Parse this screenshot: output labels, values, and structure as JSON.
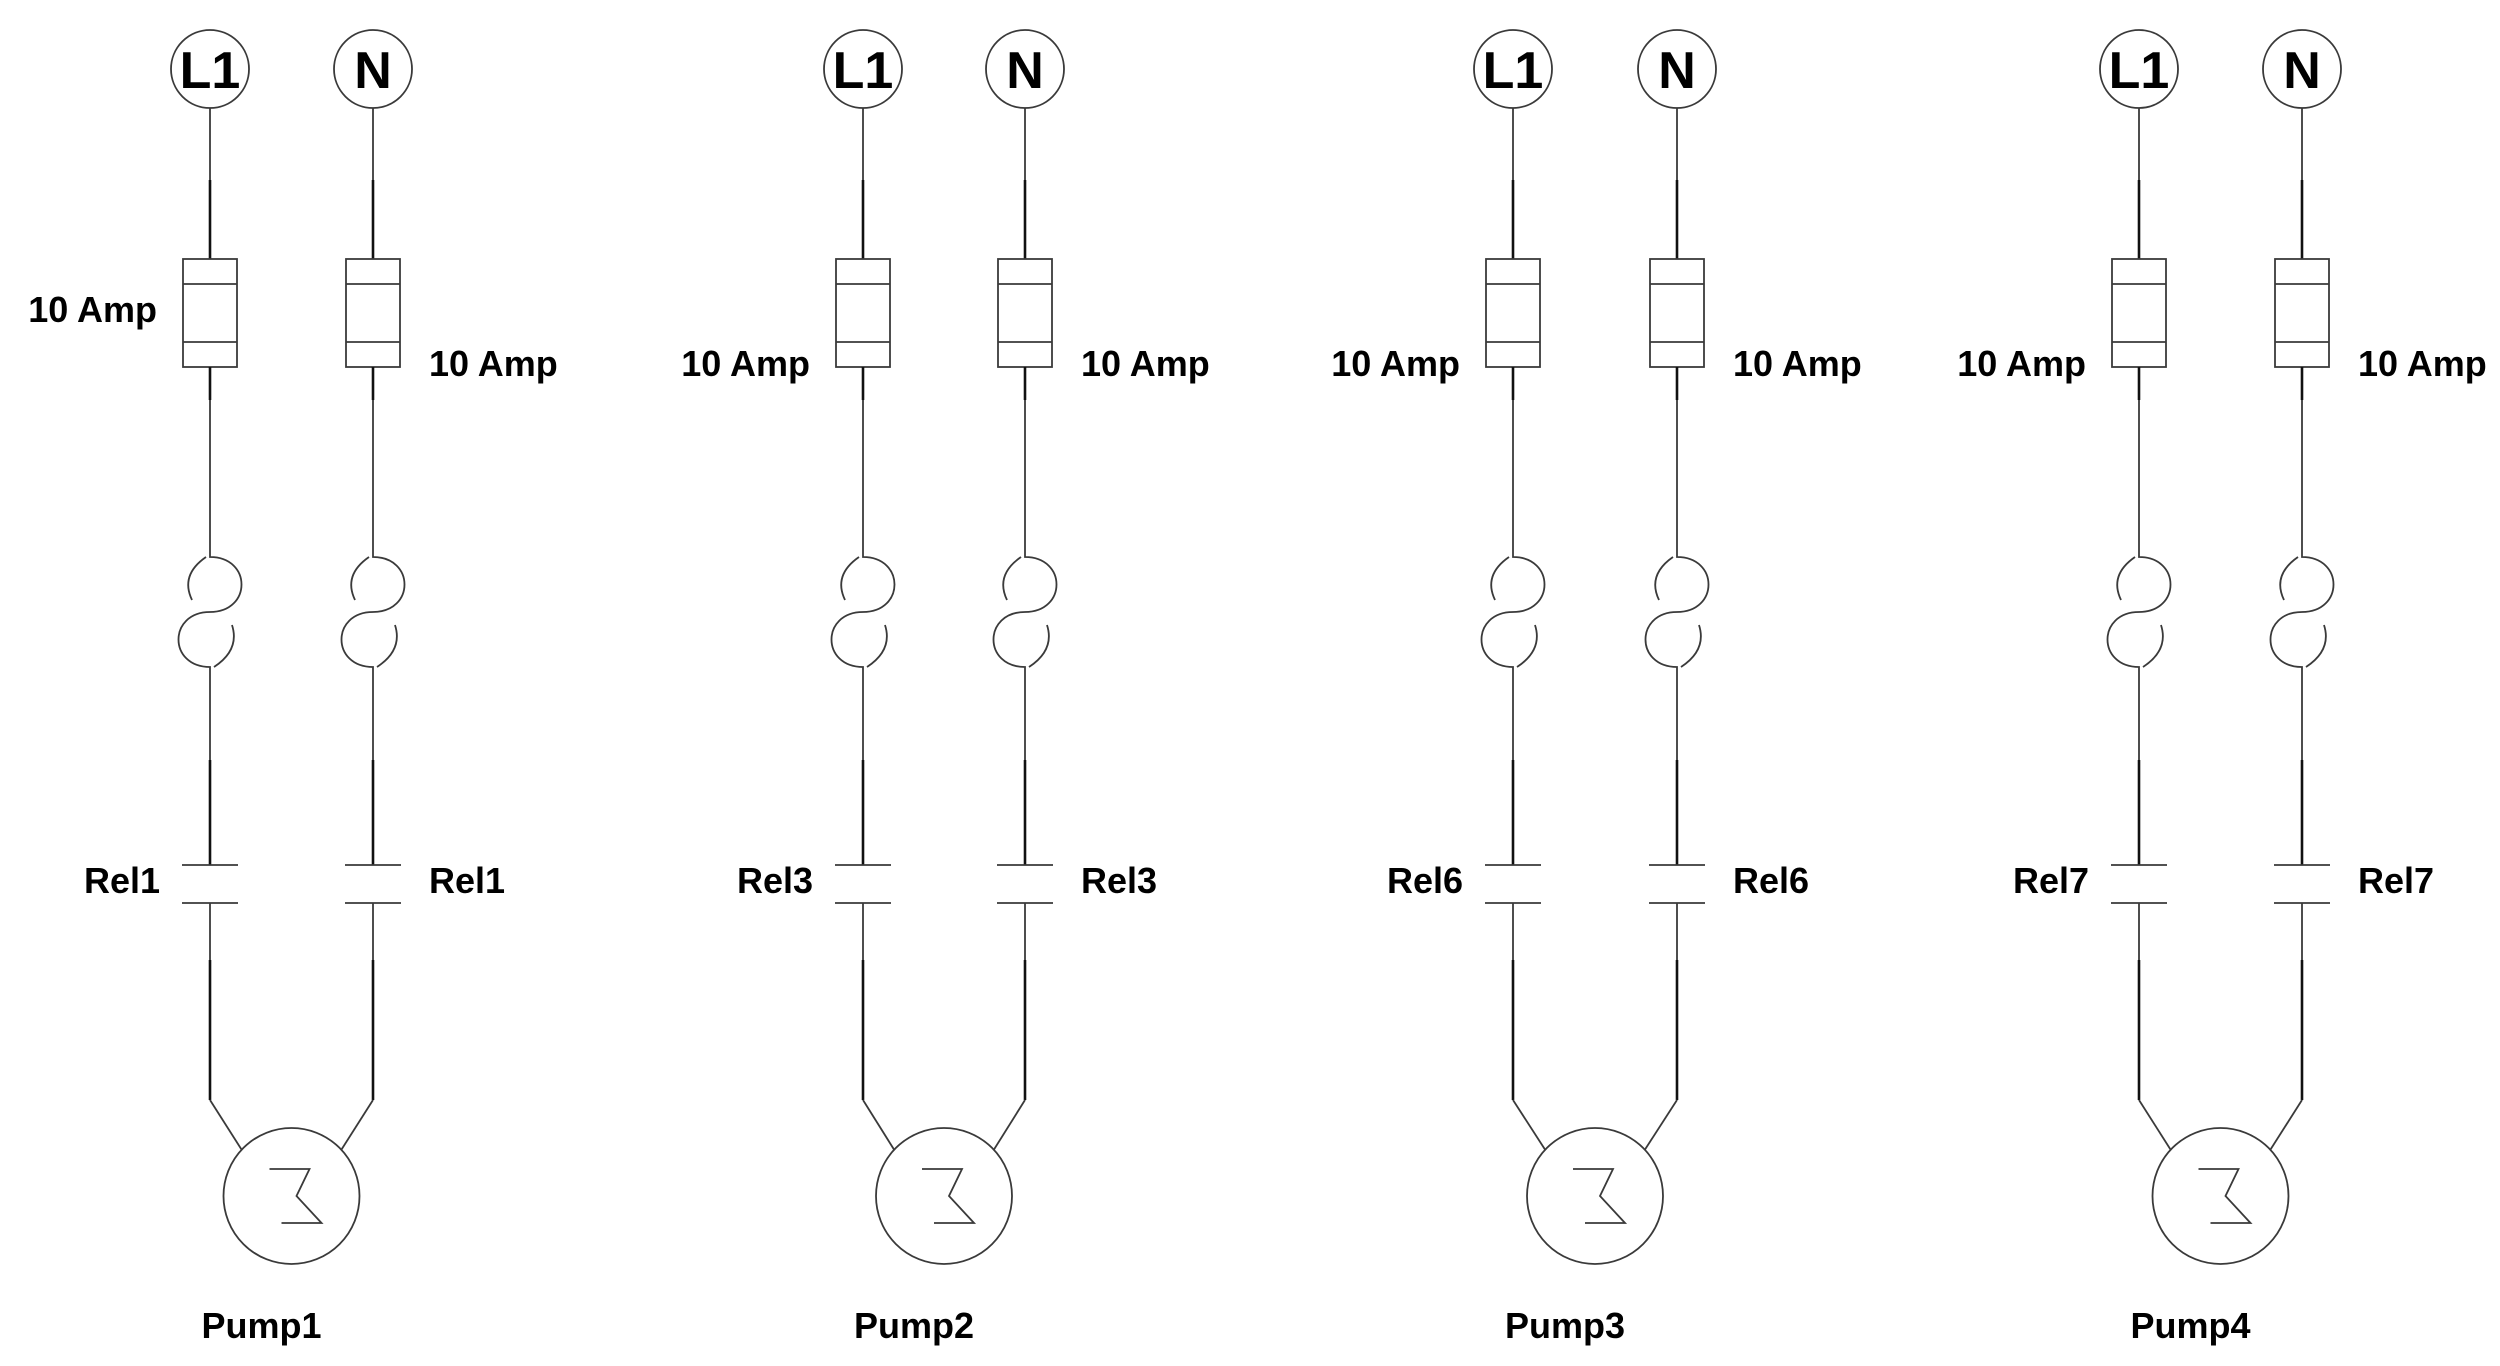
{
  "diagram": {
    "circuits": [
      {
        "terminal_left": "L1",
        "terminal_right": "N",
        "fuse_left_label": "10 Amp",
        "fuse_right_label": "10 Amp",
        "relay_left_label": "Rel1",
        "relay_right_label": "Rel1",
        "pump_label": "Pump1"
      },
      {
        "terminal_left": "L1",
        "terminal_right": "N",
        "fuse_left_label": "10 Amp",
        "fuse_right_label": "10 Amp",
        "relay_left_label": "Rel3",
        "relay_right_label": "Rel3",
        "pump_label": "Pump2"
      },
      {
        "terminal_left": "L1",
        "terminal_right": "N",
        "fuse_left_label": "10 Amp",
        "fuse_right_label": "10 Amp",
        "relay_left_label": "Rel6",
        "relay_right_label": "Rel6",
        "pump_label": "Pump3"
      },
      {
        "terminal_left": "L1",
        "terminal_right": "N",
        "fuse_left_label": "10 Amp",
        "fuse_right_label": "10 Amp",
        "relay_left_label": "Rel7",
        "relay_right_label": "Rel7",
        "pump_label": "Pump4"
      }
    ]
  }
}
